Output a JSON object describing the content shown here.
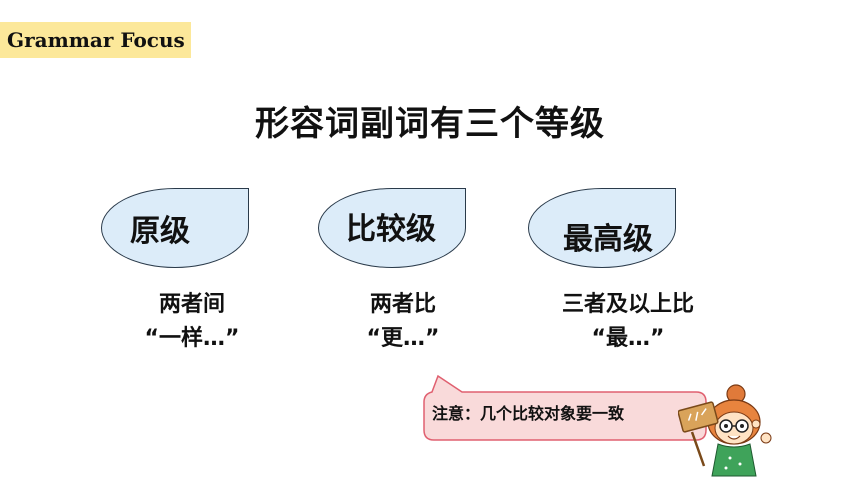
{
  "header": {
    "tag_label": "Grammar Focus"
  },
  "main": {
    "title": "形容词副词有三个等级",
    "levels": [
      {
        "label": "原级",
        "desc_line1": "两者间",
        "desc_line2": "“一样…”"
      },
      {
        "label": "比较级",
        "desc_line1": "两者比",
        "desc_line2": "“更…”"
      },
      {
        "label": "最高级",
        "desc_line1": "三者及以上比",
        "desc_line2": "“最…”"
      }
    ]
  },
  "note": {
    "text": "注意：几个比较对象要一致"
  },
  "colors": {
    "tag_bg": "#fce89a",
    "bubble_fill": "#dcecf9",
    "callout_fill": "#f9dada",
    "callout_stroke": "#e06070"
  },
  "icons": {
    "character": "cartoon-girl-with-sign-icon"
  }
}
